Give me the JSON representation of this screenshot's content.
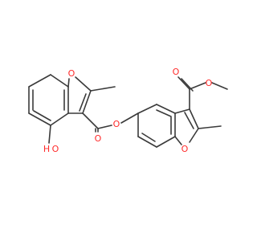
{
  "colors": {
    "bond": "#3a3a3a",
    "oxygen": "#ff2a2a",
    "background": "#ffffff"
  },
  "atoms": {
    "ring_o_left": "O",
    "hydroxyl": "O",
    "hydroxyl_h": "H",
    "ester_carbonyl_o": "O",
    "ester_bridge_o": "O",
    "ring_o_right": "O",
    "methyl_ester_carbonyl_o": "O",
    "methyl_ester_o": "O"
  }
}
